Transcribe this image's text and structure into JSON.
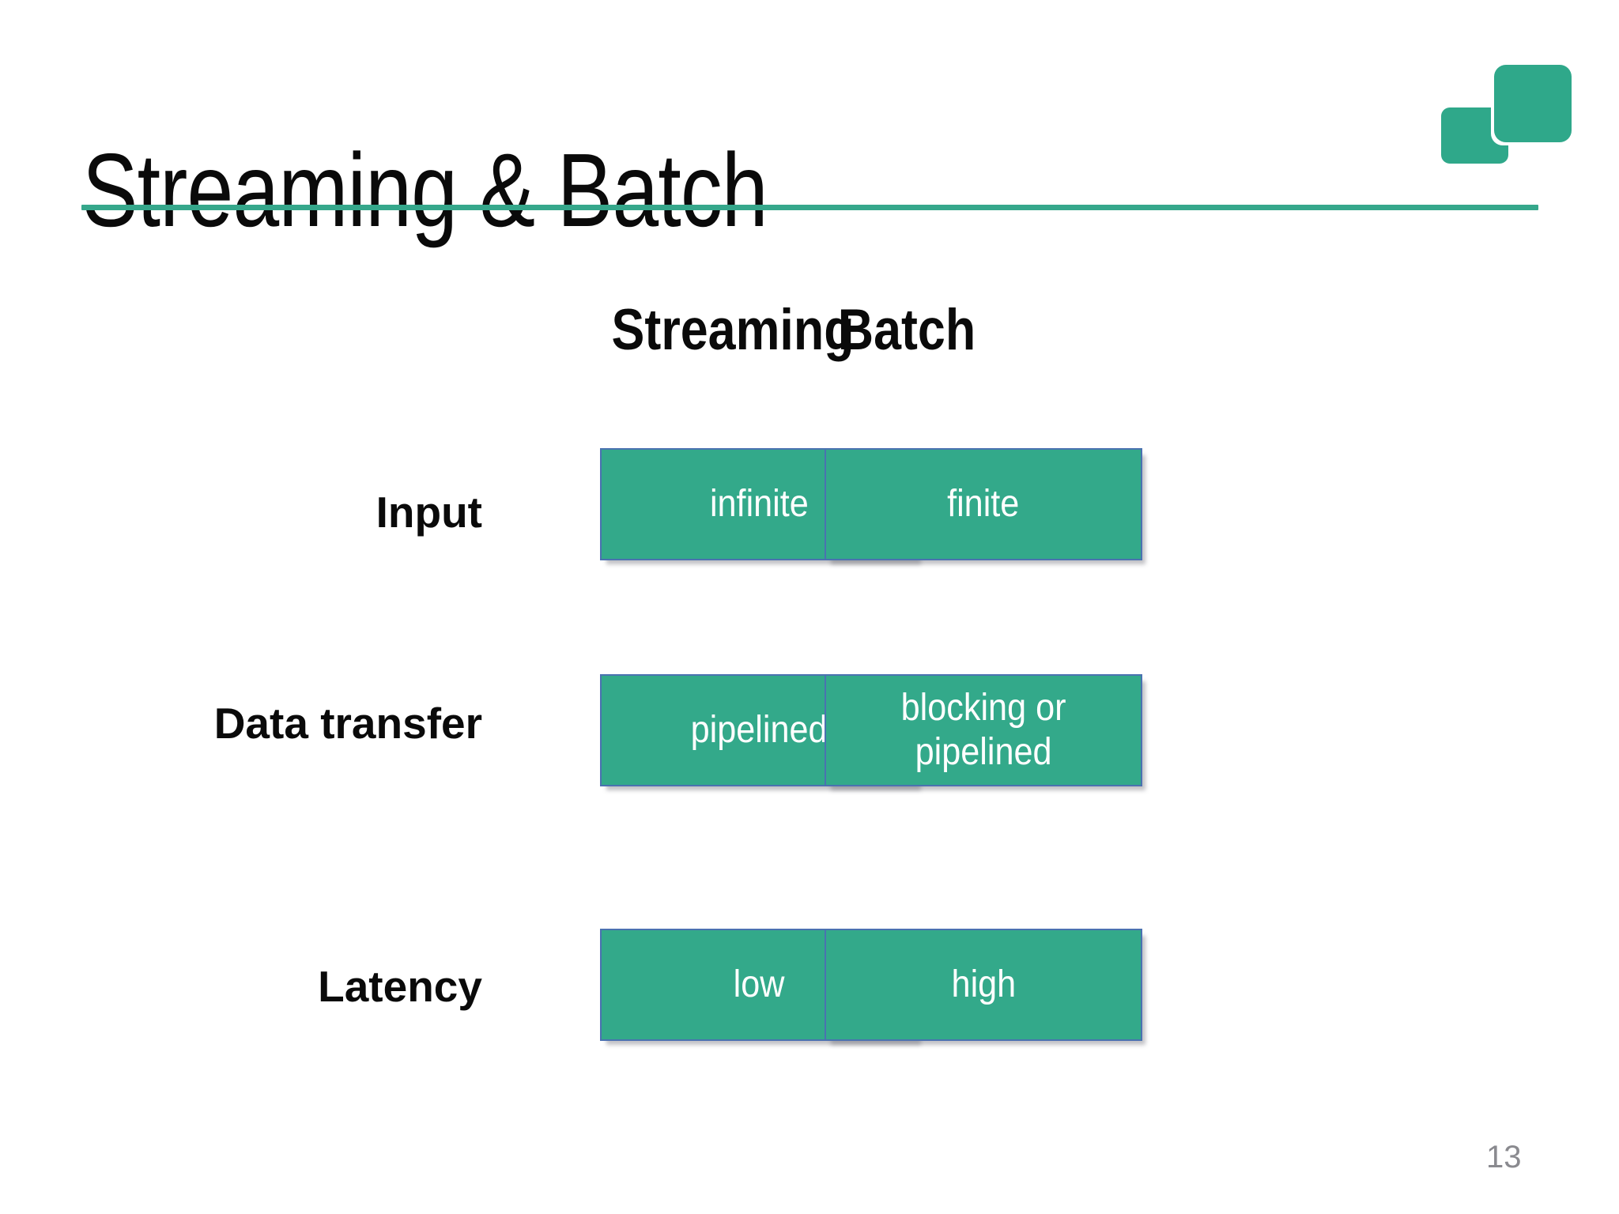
{
  "slide": {
    "title": "Streaming & Batch",
    "page_number": "13",
    "accent_color": "#35a78b",
    "box_fill_color": "#33a98a",
    "box_border_color": "#4a72b0",
    "title_color": "#0a0a0a",
    "page_number_color": "#8a8a8f",
    "background_color": "#ffffff"
  },
  "logo": {
    "name": "two-squares-logo",
    "color": "#2fa88a",
    "squares": 2
  },
  "matrix": {
    "columns": [
      {
        "label": "Streaming"
      },
      {
        "label": "Batch"
      }
    ],
    "rows": [
      {
        "label": "Input",
        "cells": [
          {
            "text": "infinite"
          },
          {
            "text": "finite"
          }
        ]
      },
      {
        "label": "Data transfer",
        "cells": [
          {
            "text": "pipelined"
          },
          {
            "text": "blocking or\npipelined"
          }
        ]
      },
      {
        "label": "Latency",
        "cells": [
          {
            "text": "low"
          },
          {
            "text": "high"
          }
        ]
      }
    ]
  }
}
